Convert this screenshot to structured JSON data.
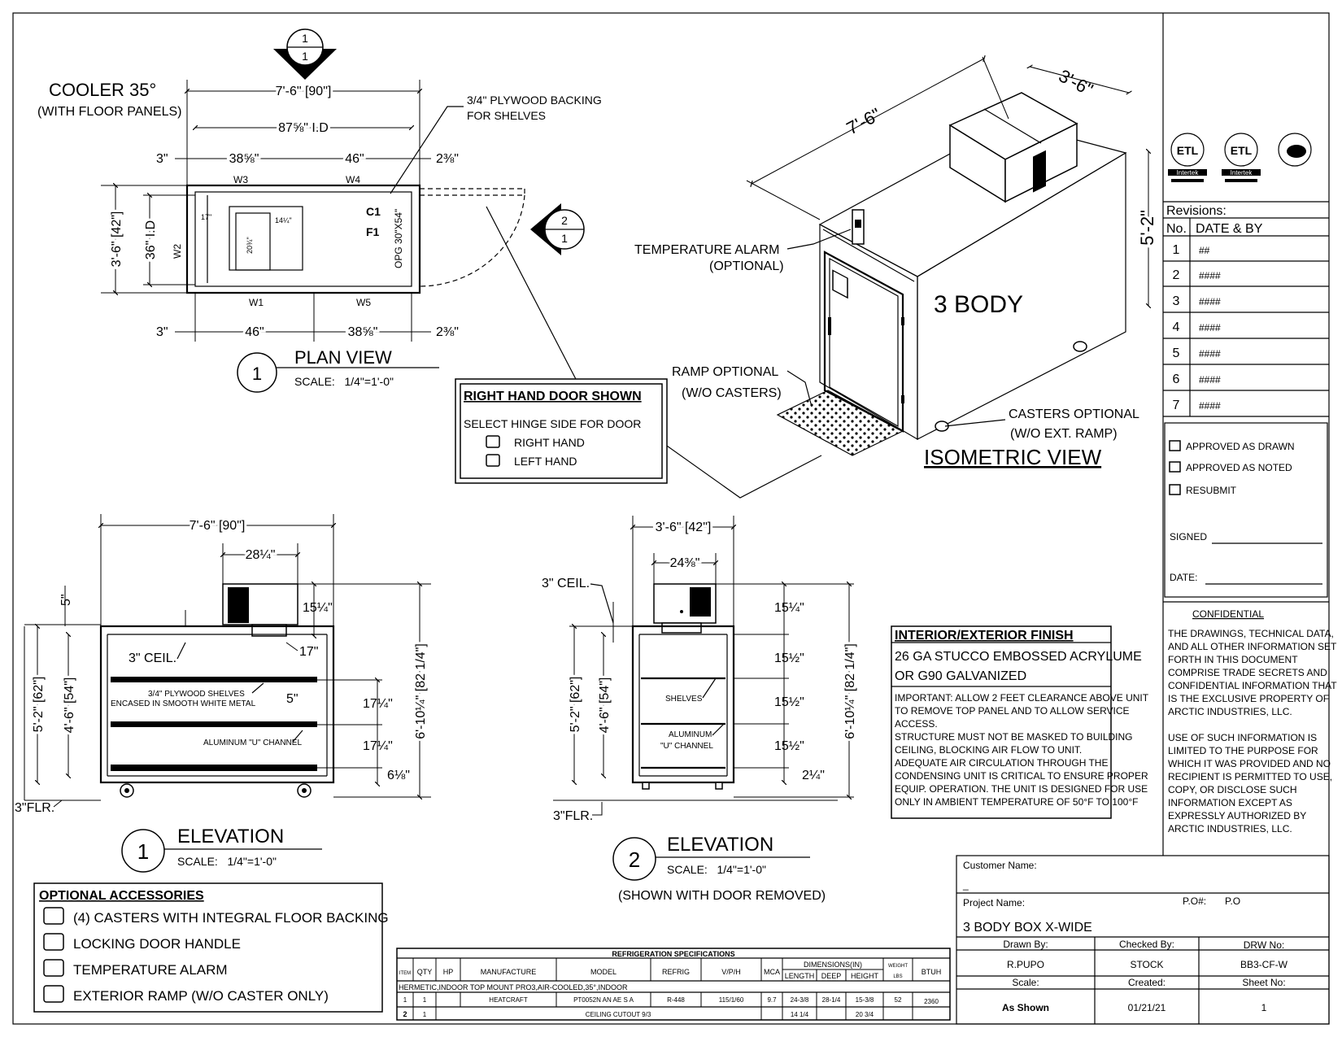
{
  "plan": {
    "title": "COOLER 35°",
    "subtitle": "(WITH FLOOR PANELS)",
    "overall_width": "7'-6\" [90\"]",
    "id_width": "87⅝\" I.D",
    "top_left": "3\"",
    "top_seg1": "38⅝\"",
    "top_seg2": "46\"",
    "top_right": "2⅜\"",
    "bottom_left": "3\"",
    "bottom_seg1": "46\"",
    "bottom_seg2": "38⅝\"",
    "bottom_right": "2⅜\"",
    "depth": "3'-6\" [42\"]",
    "depth_id": "36\" I.D",
    "wall_w1": "W1",
    "wall_w2": "W2",
    "wall_w3": "W3",
    "wall_w4": "W4",
    "wall_w5": "W5",
    "c1": "C1",
    "f1": "F1",
    "opening": "OPG 30\"X54\"",
    "dim_17": "17\"",
    "dim_14": "14¼\"",
    "dim_20": "20¾\"",
    "backing_note_1": "3/4\" PLYWOOD BACKING",
    "backing_note_2": "FOR SHELVES",
    "view_number": "1",
    "view_title": "PLAN VIEW",
    "scale": "SCALE:   1/4\"=1'-0\""
  },
  "section_markers": {
    "marker1_top": "1",
    "marker1_bottom": "1",
    "marker2_top": "2",
    "marker2_bottom": "1"
  },
  "door_box": {
    "title": "RIGHT HAND DOOR SHOWN",
    "instruction": "SELECT HINGE SIDE FOR DOOR",
    "opt_right": "RIGHT HAND",
    "opt_left": "LEFT HAND"
  },
  "iso": {
    "dim_length": "7'-6\"",
    "dim_depth": "3'-6\"",
    "dim_height": "5'-2\"",
    "body_label": "3 BODY",
    "temp_alarm_1": "TEMPERATURE ALARM",
    "temp_alarm_2": "(OPTIONAL)",
    "ramp_1": "RAMP OPTIONAL",
    "ramp_2": "(W/O CASTERS)",
    "casters_1": "CASTERS OPTIONAL",
    "casters_2": "(W/O EXT. RAMP)",
    "view_title": "ISOMETRIC VIEW"
  },
  "elev1": {
    "overall_width": "7'-6\" [90\"]",
    "unit_width": "28¼\"",
    "dim_5": "5\"",
    "dim_15": "15¼\"",
    "ceil": "3\" CEIL.",
    "dim_17": "17\"",
    "shelf_note_1": "3/4\" PLYWOOD  SHELVES",
    "shelf_note_2": "ENCASED IN SMOOTH WHITE METAL",
    "dim_5b": "5\"",
    "channel": "ALUMINUM \"U\" CHANNEL",
    "shelf_dim_1": "17¼\"",
    "shelf_dim_2": "17¼\"",
    "shelf_dim_3": "6⅛\"",
    "height_outer": "5'-2\" [62\"]",
    "height_inner": "4'-6\" [54\"]",
    "height_total": "6'-10¼\" [82 1/4\"]",
    "floor": "3\"FLR.",
    "view_number": "1",
    "view_title": "ELEVATION",
    "scale": "SCALE:   1/4\"=1'-0\""
  },
  "elev2": {
    "overall_width": "3'-6\" [42\"]",
    "unit_width": "24⅜\"",
    "ceil": "3\" CEIL.",
    "dim_15a": "15¼\"",
    "dim_15b": "15½\"",
    "dim_15c": "15½\"",
    "dim_15d": "15½\"",
    "dim_2": "2¼\"",
    "shelves": "SHELVES",
    "channel_1": "ALUMINUM",
    "channel_2": "\"U\" CHANNEL",
    "height_outer": "5'-2\" [62\"]",
    "height_inner": "4'-6\" [54\"]",
    "height_total": "6'-10¼\" [82 1/4\"]",
    "floor": "3\"FLR.",
    "view_number": "2",
    "view_title": "ELEVATION",
    "scale": "SCALE:   1/4\"=1'-0\"",
    "note": "(SHOWN WITH DOOR REMOVED)"
  },
  "finish": {
    "title": "INTERIOR/EXTERIOR FINISH",
    "line1": "26 GA STUCCO EMBOSSED ACRYLUME",
    "line2": "OR G90 GALVANIZED",
    "notes": [
      "IMPORTANT: ALLOW 2 FEET CLEARANCE ABOVE UNIT",
      "TO REMOVE TOP PANEL AND TO ALLOW SERVICE",
      "ACCESS.",
      "STRUCTURE MUST NOT BE MASKED TO BUILDING",
      "CEILING, BLOCKING AIR FLOW TO UNIT.",
      "ADEQUATE AIR CIRCULATION THROUGH THE",
      "CONDENSING UNIT IS CRITICAL TO ENSURE PROPER",
      "EQUIP. OPERATION. THE UNIT IS DESIGNED FOR USE",
      "ONLY IN AMBIENT TEMPERATURE OF 50°F TO 100°F"
    ]
  },
  "accessories": {
    "title": "OPTIONAL ACCESSORIES",
    "items": [
      "(4) CASTERS WITH INTEGRAL FLOOR BACKING",
      "LOCKING DOOR HANDLE",
      "TEMPERATURE ALARM",
      "EXTERIOR RAMP (W/O CASTER ONLY)"
    ]
  },
  "refrig": {
    "title": "REFRIGERATION SPECIFICATIONS",
    "headers": [
      "ITEM",
      "QTY",
      "HP",
      "MANUFACTURE",
      "MODEL",
      "REFRIG",
      "V/P/H",
      "MCA",
      "LENGTH",
      "DEEP",
      "HEIGHT",
      "LBS",
      "BTUH"
    ],
    "dim_group": "DIMENSIONS(IN)",
    "weight_group": "WEIGHT",
    "row_desc": "HERMETIC,INDOOR TOP MOUNT PRO3,AIR-COOLED,35°,INDOOR",
    "row1": [
      "1",
      "1",
      "",
      "HEATCRAFT",
      "PT0052N AN AE S A",
      "R-448",
      "115/1/60",
      "9.7",
      "24-3/8",
      "28-1/4",
      "15-3/8",
      "52",
      "2360"
    ],
    "row2": [
      "2",
      "1",
      "CEILING CUTOUT  9/3",
      "14 1/4",
      "20 3/4"
    ]
  },
  "revisions": {
    "title": "Revisions:",
    "col_no": "No.",
    "col_date": "DATE & BY",
    "rows": [
      {
        "no": "1",
        "val": "##"
      },
      {
        "no": "2",
        "val": "####"
      },
      {
        "no": "3",
        "val": "####"
      },
      {
        "no": "4",
        "val": "####"
      },
      {
        "no": "5",
        "val": "####"
      },
      {
        "no": "6",
        "val": "####"
      },
      {
        "no": "7",
        "val": "####"
      }
    ]
  },
  "approval": {
    "approved_drawn": "APPROVED AS DRAWN",
    "approved_noted": "APPROVED AS NOTED",
    "resubmit": "RESUBMIT",
    "signed": "SIGNED",
    "date": "DATE:"
  },
  "confidential": {
    "title": "CONFIDENTIAL",
    "para1": [
      "THE DRAWINGS, TECHNICAL DATA,",
      "AND ALL OTHER INFORMATION SET",
      "FORTH IN THIS DOCUMENT",
      "COMPRISE TRADE SECRETS AND",
      "CONFIDENTIAL INFORMATION THAT",
      "IS THE EXCLUSIVE PROPERTY OF",
      "ARCTIC INDUSTRIES, LLC."
    ],
    "para2": [
      "USE OF SUCH INFORMATION IS",
      "LIMITED TO THE PURPOSE FOR",
      "WHICH IT WAS PROVIDED AND NO",
      "RECIPIENT IS PERMITTED TO USE,",
      "COPY, OR DISCLOSE SUCH",
      "INFORMATION EXCEPT AS",
      "EXPRESSLY AUTHORIZED BY",
      "ARCTIC INDUSTRIES, LLC."
    ]
  },
  "logos": {
    "logo1_text": "Intertek",
    "logo2_text": "Intertek"
  },
  "title_block": {
    "customer_label": "Customer Name:",
    "customer_value": "_",
    "project_label": "Project Name:",
    "po_label": "P.O#:",
    "po_value": "P.O",
    "project_value": "3 BODY BOX X-WIDE",
    "drawn_label": "Drawn By:",
    "checked_label": "Checked By:",
    "drw_label": "DRW No:",
    "drawn_value": "R.PUPO",
    "checked_value": "STOCK",
    "drw_value": "BB3-CF-W",
    "scale_label": "Scale:",
    "created_label": "Created:",
    "sheet_label": "Sheet No:",
    "scale_value": "As Shown",
    "created_value": "01/21/21",
    "sheet_value": "1"
  }
}
